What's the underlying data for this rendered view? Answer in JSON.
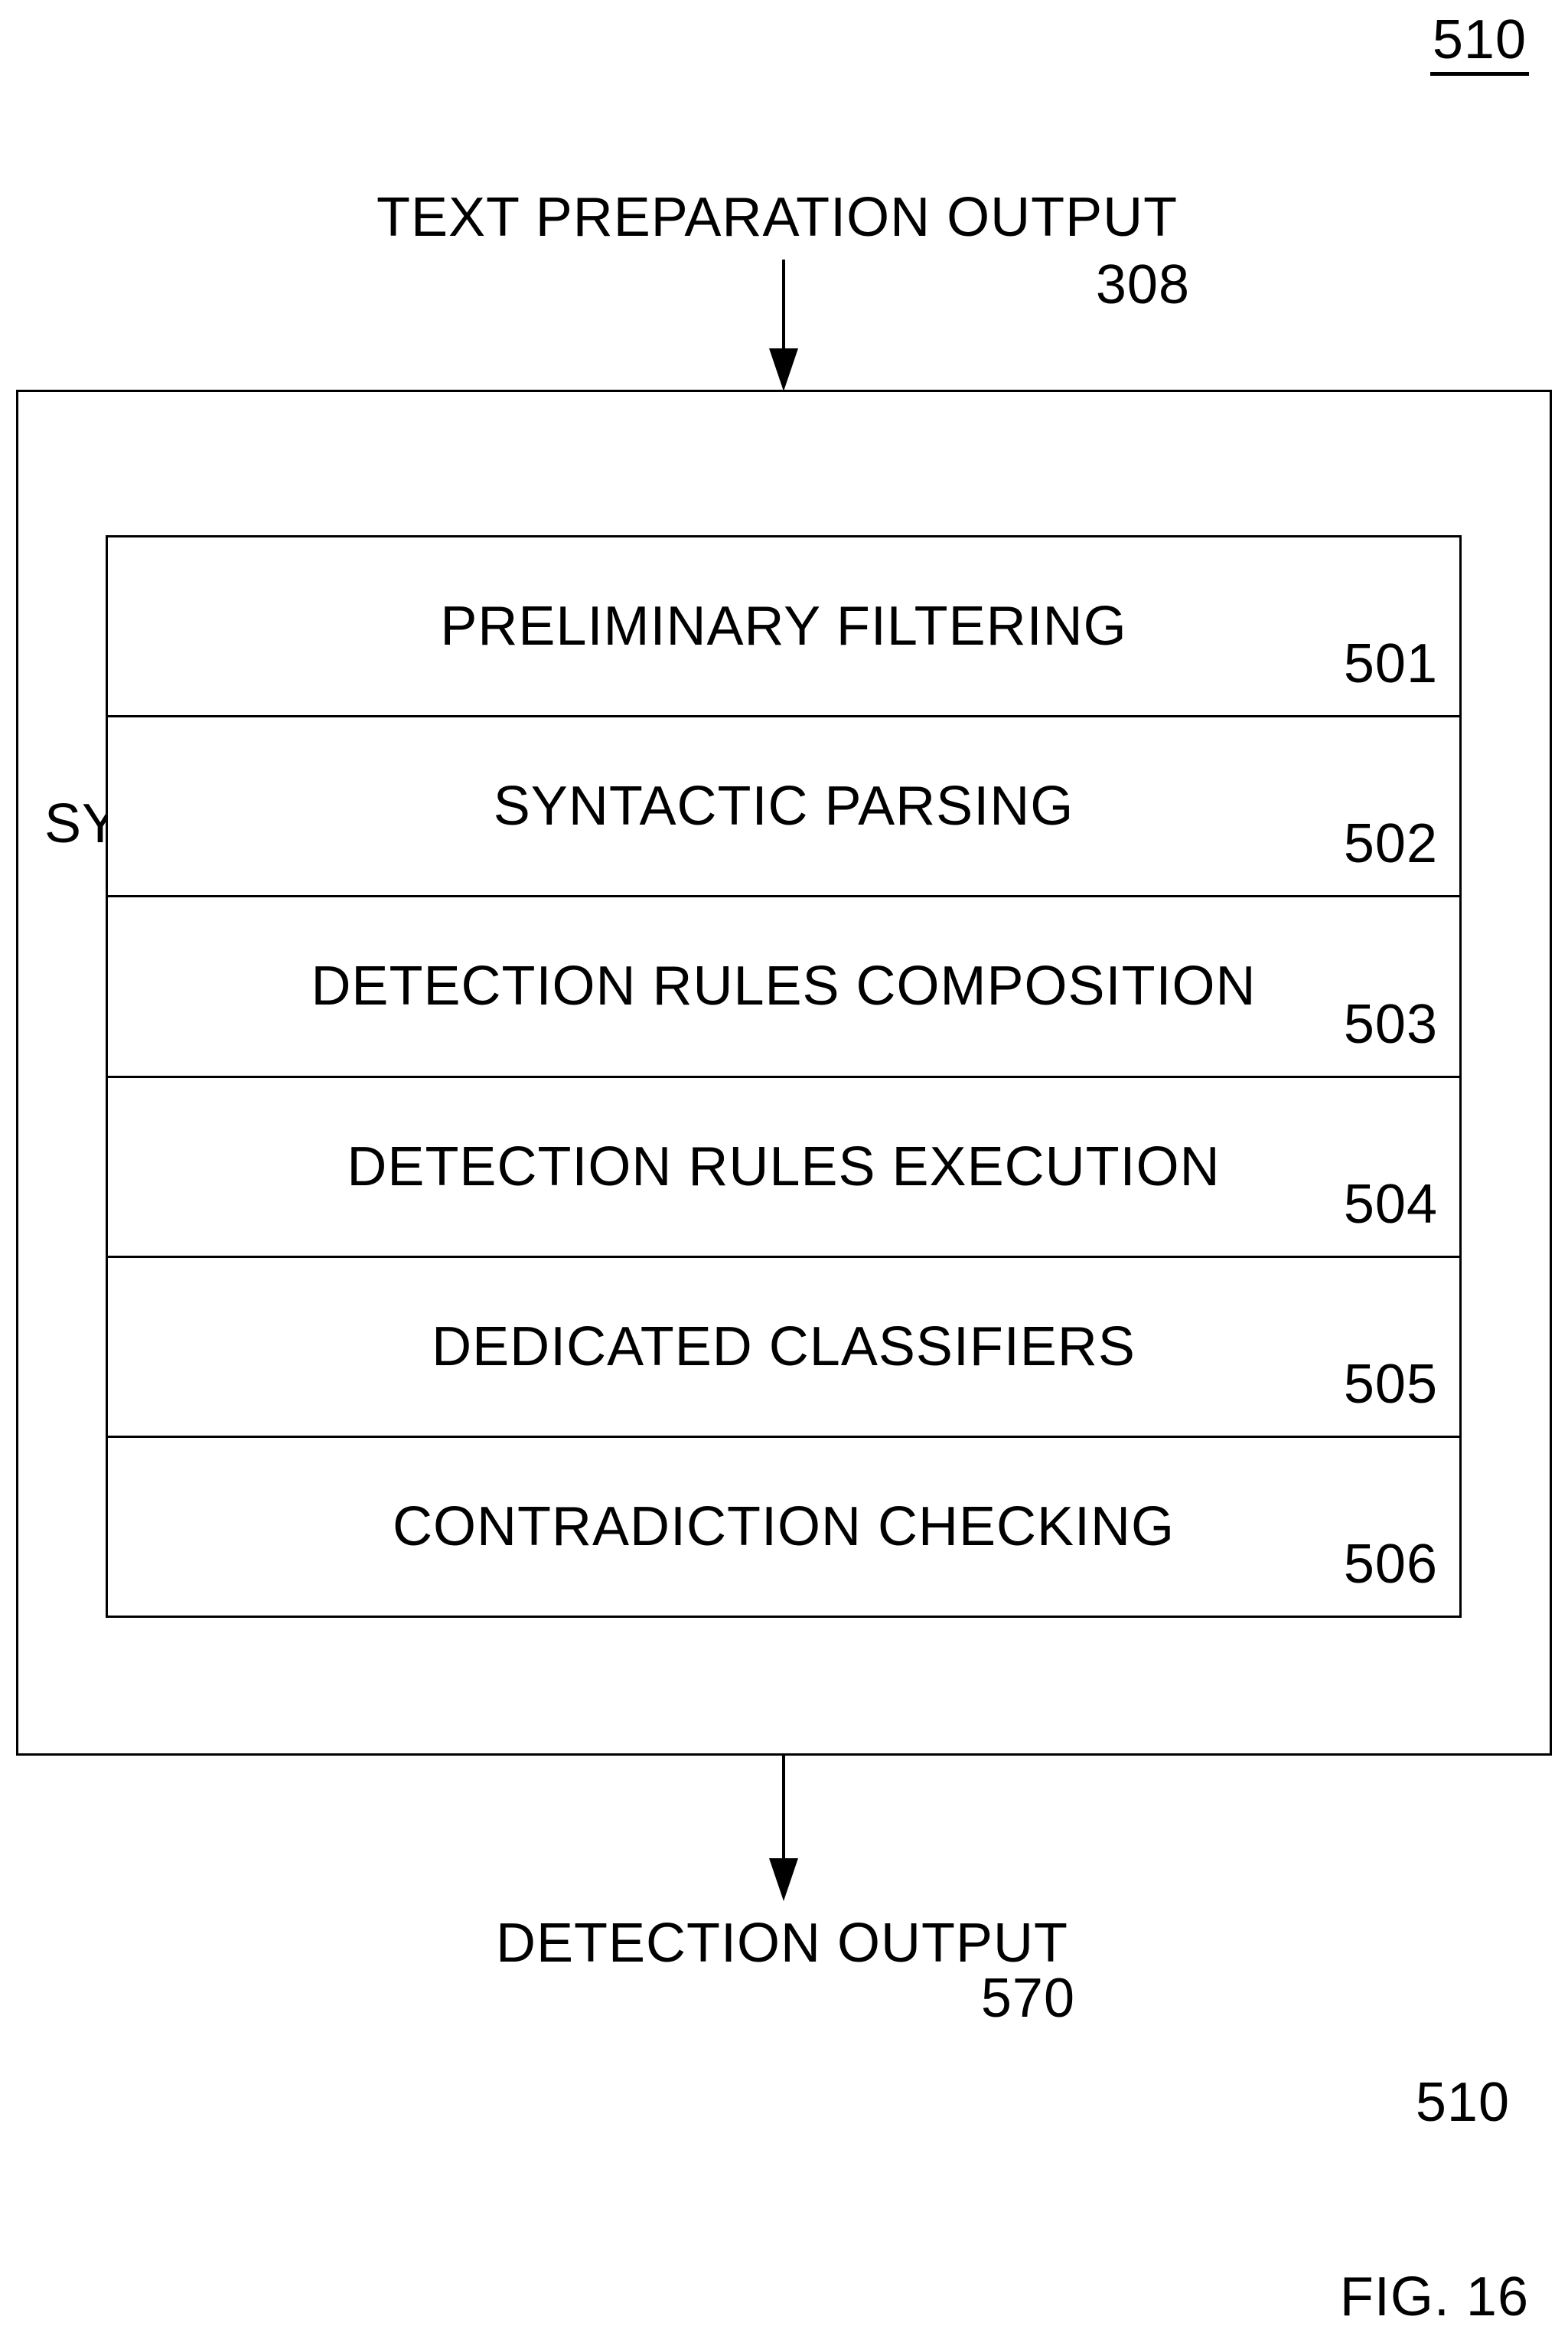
{
  "page": {
    "ref_top_right": "510",
    "figure_label": "FIG. 16"
  },
  "flow": {
    "input": {
      "label": "TEXT PREPARATION OUTPUT",
      "ref": "308"
    },
    "container": {
      "title": "SYMBOLIC PROCESSING",
      "ref": "510",
      "steps": [
        {
          "label": "PRELIMINARY FILTERING",
          "ref": "501"
        },
        {
          "label": "SYNTACTIC PARSING",
          "ref": "502"
        },
        {
          "label": "DETECTION RULES COMPOSITION",
          "ref": "503"
        },
        {
          "label": "DETECTION RULES EXECUTION",
          "ref": "504"
        },
        {
          "label": "DEDICATED CLASSIFIERS",
          "ref": "505"
        },
        {
          "label": "CONTRADICTION CHECKING",
          "ref": "506"
        }
      ]
    },
    "output": {
      "label": "DETECTION OUTPUT",
      "ref": "570"
    }
  }
}
